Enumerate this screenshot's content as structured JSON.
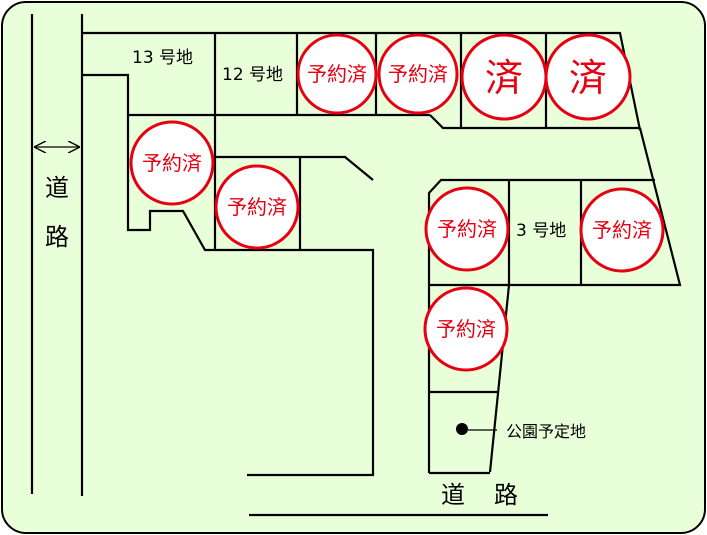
{
  "colors": {
    "background": "#e9ffd9",
    "stamp": "#e60012",
    "line": "#000000"
  },
  "labels": {
    "lot_13": "13 号地",
    "lot_12": "12 号地",
    "lot_3": "3 号地",
    "road_left_1": "道",
    "road_left_2": "路",
    "road_bottom_1": "道",
    "road_bottom_2": "路",
    "park": "公園予定地"
  },
  "stamps": {
    "reserved": "予約済",
    "sold": "済"
  },
  "icons": {
    "road_width_marker": "double-arrow-icon",
    "park_marker": "dot-icon"
  }
}
